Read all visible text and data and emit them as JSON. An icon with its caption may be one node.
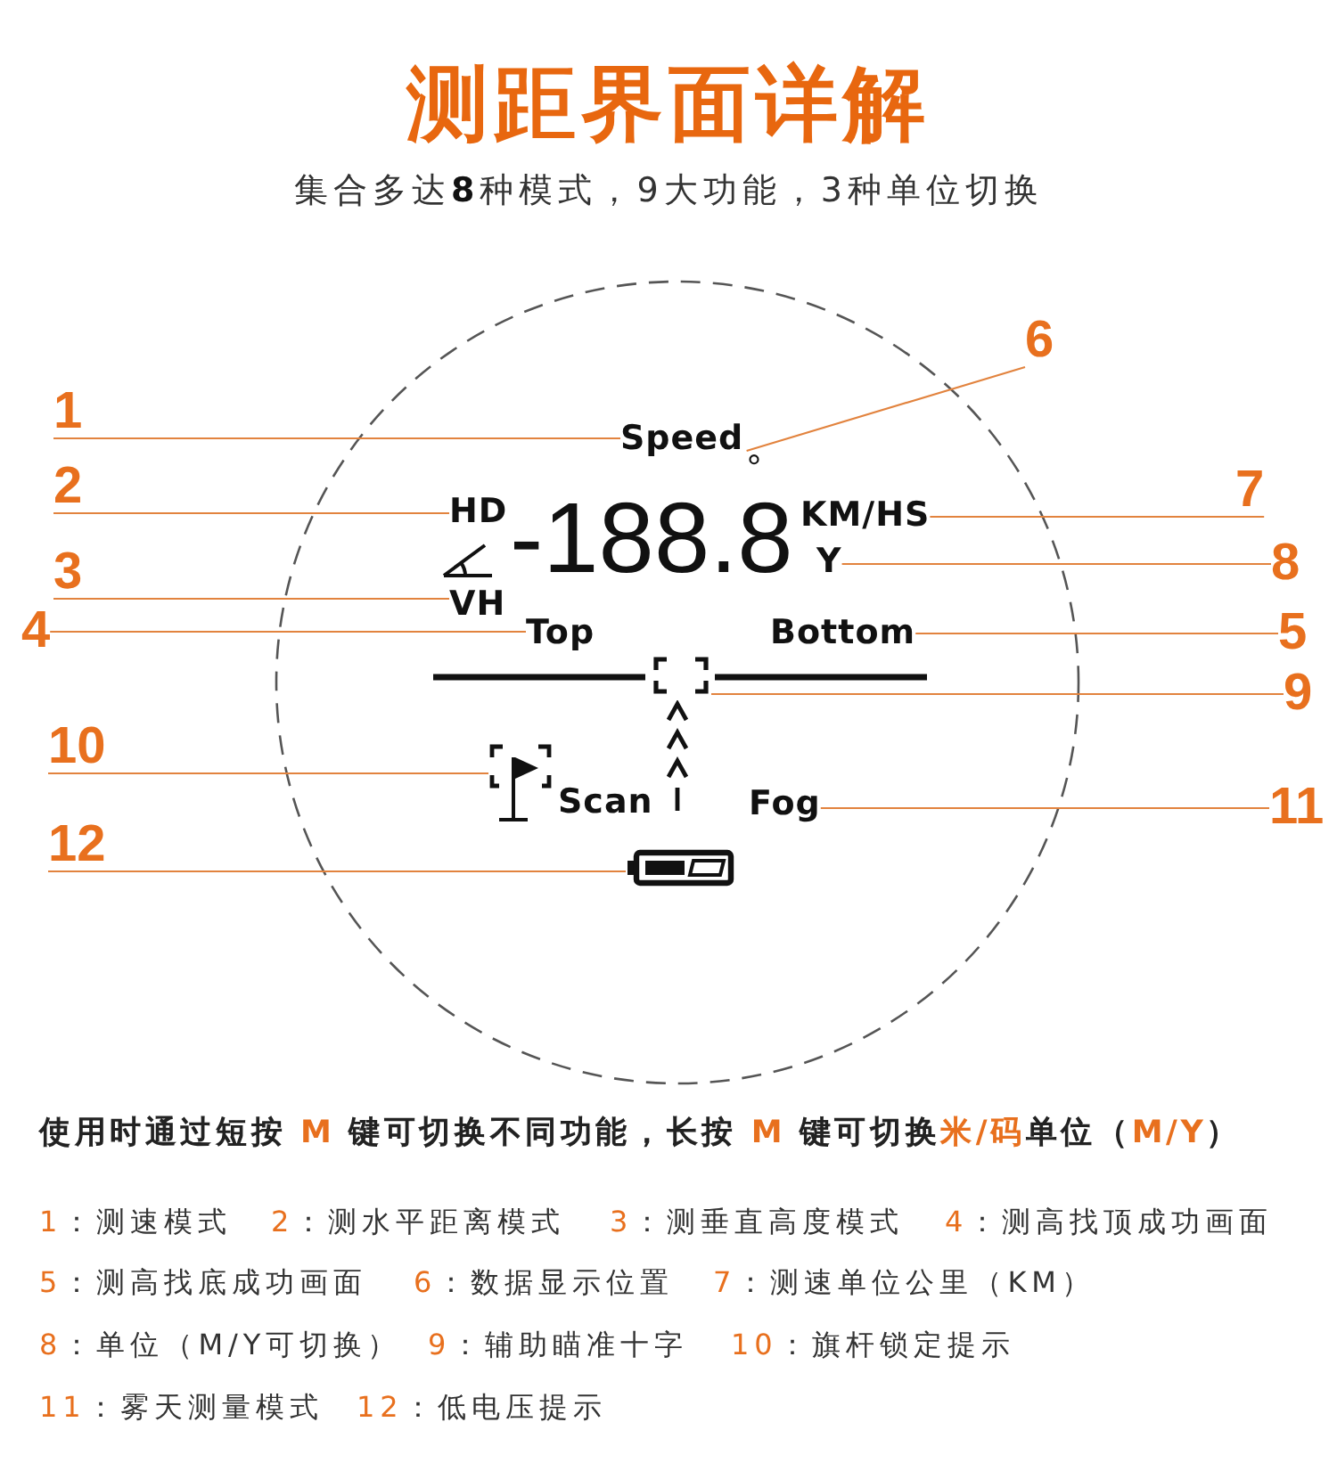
{
  "diagram": {
    "title": "测距界面详解",
    "nodes": [
      {
        "text": [
          "1"
        ]
      },
      {
        "text": [
          "Speed"
        ]
      },
      {
        "text": [
          "2"
        ]
      },
      {
        "text": [
          "HD"
        ]
      },
      {
        "text": [
          "3"
        ]
      },
      {
        "text": [
          "VH"
        ]
      },
      {
        "text": [
          "4"
        ]
      },
      {
        "text": [
          "Top"
        ]
      },
      {
        "text": [
          "Bottom"
        ]
      },
      {
        "text": [
          "5"
        ]
      },
      {
        "text": [
          "6"
        ]
      },
      {
        "text": [
          "°",
          "-188.8"
        ]
      },
      {
        "text": [
          "KM/HS"
        ]
      },
      {
        "text": [
          "7"
        ]
      },
      {
        "text": [
          "Y"
        ]
      },
      {
        "text": [
          "8"
        ]
      },
      {
        "text": [],
        "shape": "picture"
      },
      {
        "text": [
          "9"
        ]
      },
      {
        "text": [
          "10"
        ]
      },
      {
        "text": [],
        "shape": "picture"
      },
      {
        "text": [
          "Fog"
        ]
      },
      {
        "text": [
          "11"
        ]
      },
      {
        "text": [
          "12"
        ]
      },
      {
        "text": [],
        "shape": "picture"
      }
    ],
    "edges": [
      {
        "from": 0,
        "to": 1,
        "arrow": "none"
      },
      {
        "from": 2,
        "to": 3,
        "arrow": "none"
      },
      {
        "from": 4,
        "to": 5,
        "arrow": "none"
      },
      {
        "from": 6,
        "to": 7,
        "arrow": "none"
      },
      {
        "from": 9,
        "to": 8,
        "arrow": "none"
      },
      {
        "from": 10,
        "to": 11,
        "arrow": "none"
      },
      {
        "from": 13,
        "to": 12,
        "arrow": "none"
      },
      {
        "from": 15,
        "to": 14,
        "arrow": "none"
      },
      {
        "from": 17,
        "to": 16,
        "arrow": "none"
      },
      {
        "from": 18,
        "to": 19,
        "arrow": "none"
      },
      {
        "from": 21,
        "to": 20,
        "arrow": "none"
      },
      {
        "from": 22,
        "to": 23,
        "arrow": "none"
      }
    ],
    "labels": [
      "集合多达**8**种模式，9大功能，3种单位切换",
      "Scan",
      "使用时通过短按 **M** 键可切换不同功能，长按 **M** 键可切换**米/码**单位（**M/Y**）",
      "**1**：测速模式",
      "**2**：测水平距离模式",
      "**3**：测垂直高度模式",
      "**4**：测高找顶成功画面",
      "**5**：测高找底成功画面",
      "**6**：数据显示位置",
      "**7**：测速单位公里（KM）",
      "**8**：单位（M/Y可切换）",
      "**9**：辅助瞄准十字",
      "**10**：旗杆锁定提示",
      "**11**：雾天测量模式",
      "**12**：低电压提示"
    ]
  }
}
